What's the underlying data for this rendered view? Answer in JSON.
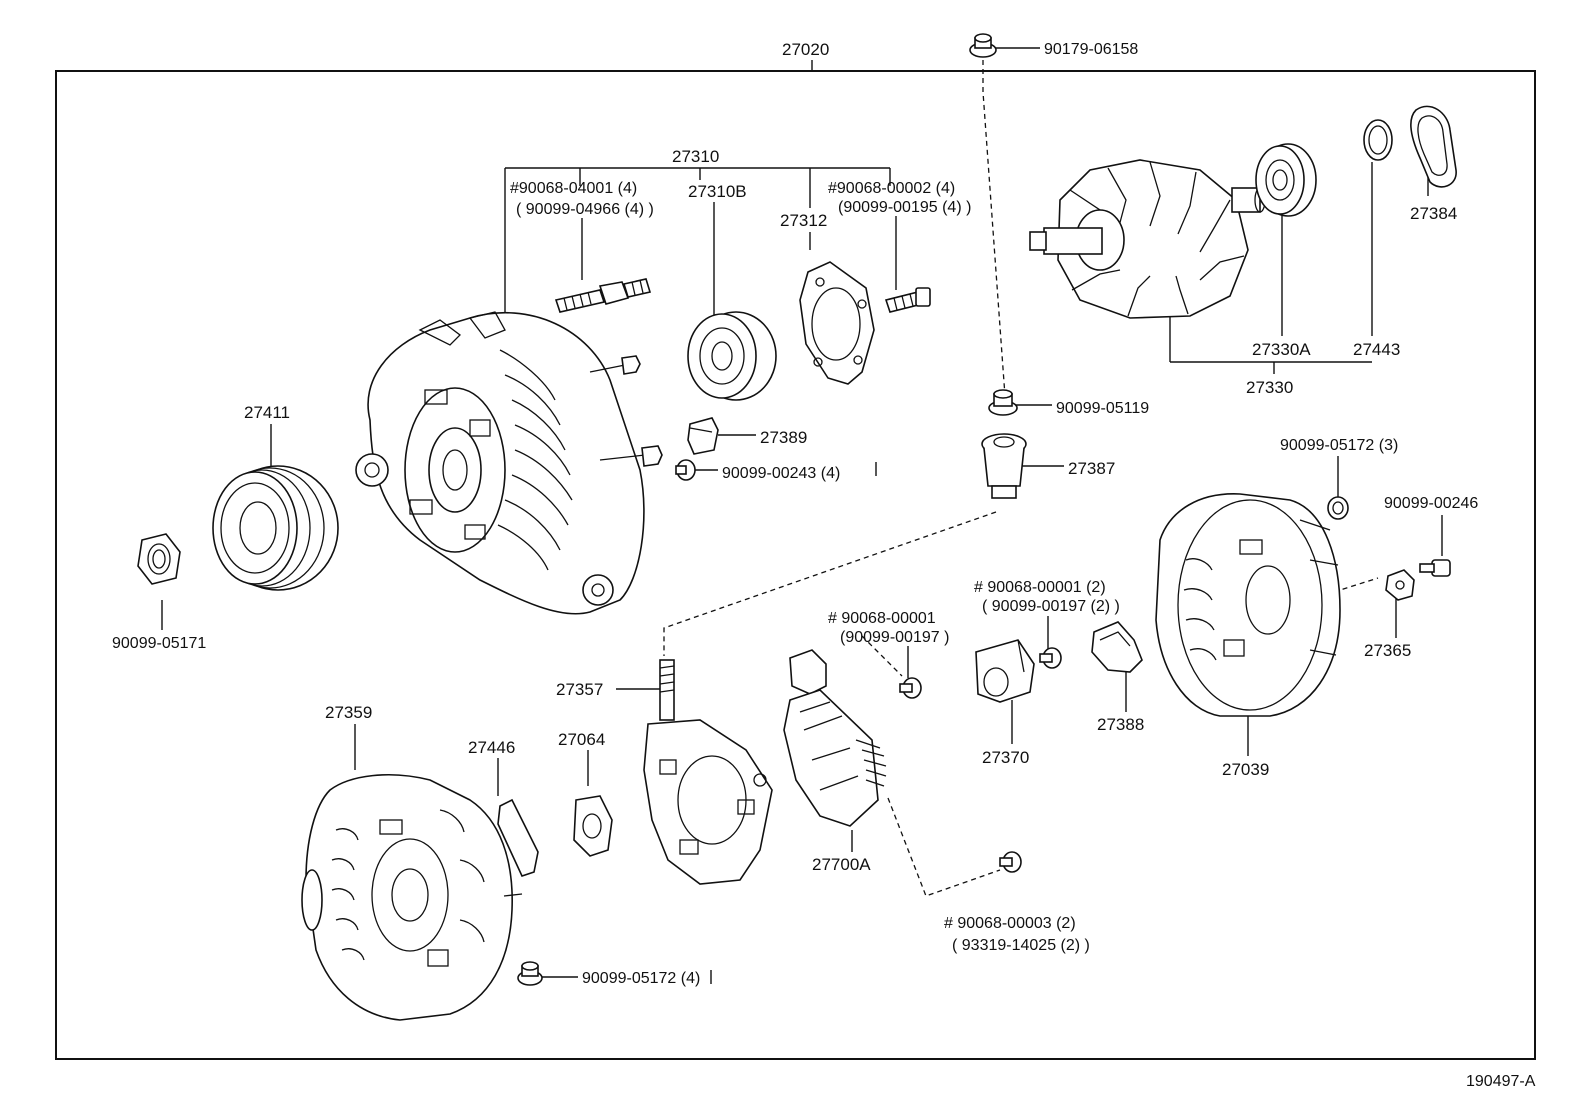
{
  "diagram_id": "190497-A",
  "labels": {
    "assy": "27020",
    "bolt_top": "90179-06158",
    "grp_27310": "27310",
    "stud_a": "#90068-04001 (4)",
    "stud_b": "( 90099-04966 (4) )",
    "p27310B": "27310B",
    "p27312": "27312",
    "screw_a": "#90068-00002 (4)",
    "screw_b": "(90099-00195 (4) )",
    "p27384": "27384",
    "p27330A": "27330A",
    "p27443": "27443",
    "p27330": "27330",
    "nut_05119": "90099-05119",
    "p27411": "27411",
    "p27389": "27389",
    "screw_00243": "90099-00243 (4)",
    "p27387": "27387",
    "nut_05172_3": "90099-05172 (3)",
    "bolt_00246": "90099-00246",
    "nut_05171": "90099-05171",
    "screw_00001_2a": "# 90068-00001 (2)",
    "screw_00001_2b": "( 90099-00197 (2) )",
    "screw_00001a": "# 90068-00001",
    "screw_00001b": "(90099-00197 )",
    "p27365": "27365",
    "p27357": "27357",
    "p27388": "27388",
    "p27359": "27359",
    "p27446": "27446",
    "p27064": "27064",
    "p27370": "27370",
    "p27039": "27039",
    "p27700A": "27700A",
    "screw_00003a": "# 90068-00003 (2)",
    "screw_00003b": "( 93319-14025 (2) )",
    "nut_05172_4": "90099-05172 (4)"
  }
}
